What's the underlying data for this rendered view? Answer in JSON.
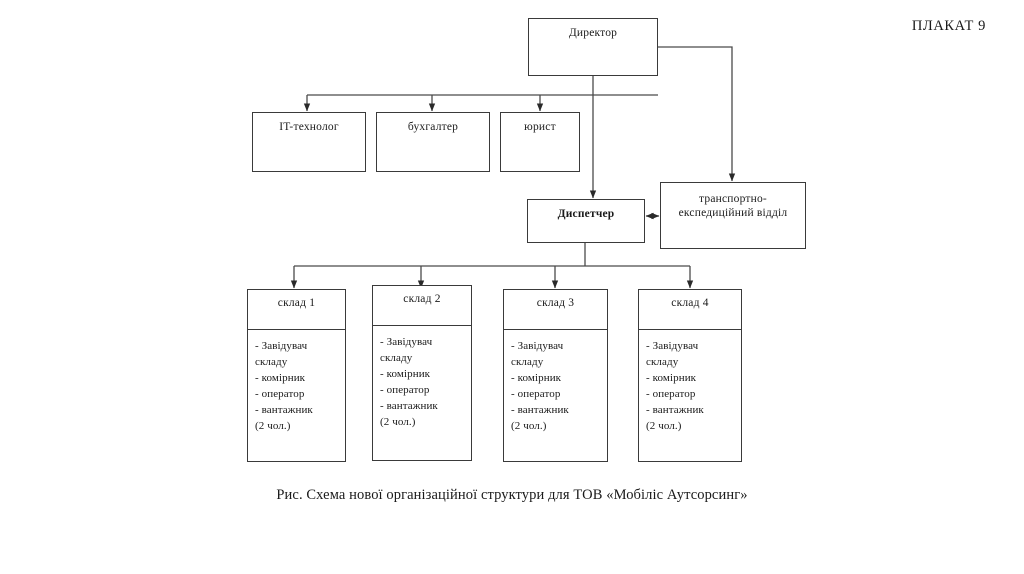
{
  "poster_label": "ПЛАКАТ 9",
  "caption": "Рис. Схема нової організаційної структури для ТОВ «Мобіліс Аутсорсинг»",
  "chart_data": {
    "type": "diagram",
    "diagram_kind": "organizational-chart",
    "title": "Рис. Схема нової організаційної структури для ТОВ «Мобіліс Аутсорсинг»",
    "nodes": [
      {
        "id": "director",
        "label": "Директор",
        "level": 0,
        "bold": false
      },
      {
        "id": "it",
        "label": "IT-технолог",
        "level": 1,
        "bold": false
      },
      {
        "id": "accountant",
        "label": "бухгалтер",
        "level": 1,
        "bold": false
      },
      {
        "id": "lawyer",
        "label": "юрист",
        "level": 1,
        "bold": false
      },
      {
        "id": "dispatcher",
        "label": "Диспетчер",
        "level": 2,
        "bold": true
      },
      {
        "id": "transport",
        "label": "транспортно-\nекспедиційний відділ",
        "level": 2,
        "bold": false
      },
      {
        "id": "wh1",
        "label": "склад 1",
        "level": 3,
        "bold": false
      },
      {
        "id": "wh2",
        "label": "склад 2",
        "level": 3,
        "bold": false
      },
      {
        "id": "wh3",
        "label": "склад 3",
        "level": 3,
        "bold": false
      },
      {
        "id": "wh4",
        "label": "склад 4",
        "level": 3,
        "bold": false
      }
    ],
    "edges": [
      {
        "from": "director",
        "to": "it",
        "arrow": "single"
      },
      {
        "from": "director",
        "to": "accountant",
        "arrow": "single"
      },
      {
        "from": "director",
        "to": "lawyer",
        "arrow": "single"
      },
      {
        "from": "director",
        "to": "dispatcher",
        "arrow": "single"
      },
      {
        "from": "director",
        "to": "transport",
        "arrow": "single"
      },
      {
        "from": "dispatcher",
        "to": "transport",
        "arrow": "double"
      },
      {
        "from": "dispatcher",
        "to": "wh1",
        "arrow": "single"
      },
      {
        "from": "dispatcher",
        "to": "wh2",
        "arrow": "single"
      },
      {
        "from": "dispatcher",
        "to": "wh3",
        "arrow": "single"
      },
      {
        "from": "dispatcher",
        "to": "wh4",
        "arrow": "single"
      }
    ]
  },
  "warehouse_roster": [
    "- Завідувач",
    "складу",
    "- комірник",
    "- оператор",
    "- вантажник",
    "(2 чол.)"
  ],
  "warehouses": [
    {
      "title": "склад 1",
      "roster": "- Завідувач\nскладу\n- комірник\n- оператор\n- вантажник\n(2 чол.)"
    },
    {
      "title": "склад 2",
      "roster": "- Завідувач\nскладу\n- комірник\n- оператор\n- вантажник\n(2 чол.)"
    },
    {
      "title": "склад 3",
      "roster": "- Завідувач\nскладу\n- комірник\n- оператор\n- вантажник\n(2 чол.)"
    },
    {
      "title": "склад 4",
      "roster": "- Завідувач\nскладу\n- комірник\n- оператор\n- вантажник\n(2 чол.)"
    }
  ],
  "colors": {
    "stroke": "#3a3a3a",
    "background": "#ffffff",
    "text": "#1a1a1a"
  }
}
